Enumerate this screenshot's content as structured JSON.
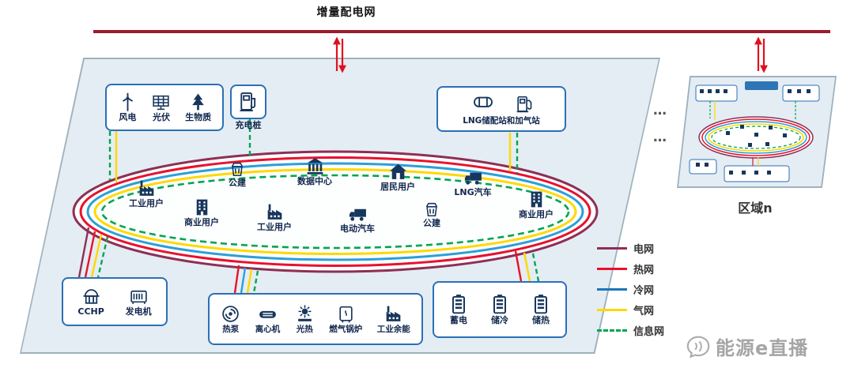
{
  "title": "增量配电网",
  "colors": {
    "backbone": "#9b1c2e",
    "power_grid": "#8e2f55",
    "heat_grid": "#e8112d",
    "cooling_grid": "#1b75bb",
    "gas_grid": "#ffd800",
    "info_grid": "#00a551",
    "box_border": "#2c6fb7",
    "plane_fill": "#e4edf3",
    "icon_navy": "#17365d"
  },
  "zone": {
    "renewable_box": {
      "items": [
        {
          "icon": "wind-turbine-icon",
          "label": "风电"
        },
        {
          "icon": "solar-panel-icon",
          "label": "光伏"
        },
        {
          "icon": "biomass-tree-icon",
          "label": "生物质"
        }
      ]
    },
    "charging_station": {
      "icon": "ev-charger-icon",
      "label": "充电桩"
    },
    "lng_box": {
      "icons": [
        "lng-tank-icon",
        "gas-dispenser-icon"
      ],
      "label": "LNG储配站和加气站"
    },
    "users": [
      {
        "icon": "factory-icon",
        "label": "工业用户"
      },
      {
        "icon": "office-building-icon",
        "label": "商业用户"
      },
      {
        "icon": "public-building-icon",
        "label": "公建"
      },
      {
        "icon": "factory-icon",
        "label": "工业用户"
      },
      {
        "icon": "data-center-icon",
        "label": "数据中心"
      },
      {
        "icon": "electric-truck-icon",
        "label": "电动汽车"
      },
      {
        "icon": "house-icon",
        "label": "居民用户"
      },
      {
        "icon": "public-building-icon",
        "label": "公建"
      },
      {
        "icon": "lng-truck-icon",
        "label": "LNG汽车"
      },
      {
        "icon": "office-building-icon",
        "label": "商业用户"
      }
    ],
    "cchp_box": {
      "items": [
        {
          "icon": "cchp-plant-icon",
          "label": "CCHP"
        },
        {
          "icon": "generator-icon",
          "label": "发电机"
        }
      ]
    },
    "equipment_box": {
      "items": [
        {
          "icon": "heat-pump-icon",
          "label": "热泵"
        },
        {
          "icon": "chiller-icon",
          "label": "离心机"
        },
        {
          "icon": "solar-thermal-icon",
          "label": "光热"
        },
        {
          "icon": "gas-boiler-icon",
          "label": "燃气锅炉"
        },
        {
          "icon": "industrial-waste-heat-icon",
          "label": "工业余能"
        }
      ]
    },
    "storage_box": {
      "items": [
        {
          "icon": "battery-icon",
          "label": "蓄电"
        },
        {
          "icon": "battery-icon",
          "label": "储冷"
        },
        {
          "icon": "battery-icon",
          "label": "储热"
        }
      ]
    }
  },
  "legend": {
    "items": [
      {
        "label": "电网",
        "color": "#8e2f55",
        "style": "solid"
      },
      {
        "label": "热网",
        "color": "#e8112d",
        "style": "solid"
      },
      {
        "label": "冷网",
        "color": "#1b75bb",
        "style": "solid"
      },
      {
        "label": "气网",
        "color": "#ffd800",
        "style": "solid"
      },
      {
        "label": "信息网",
        "color": "#00a551",
        "style": "dashed"
      }
    ]
  },
  "region": {
    "label": "区域n",
    "ellipsis": "…"
  },
  "watermark": {
    "label": "能源e直播"
  }
}
